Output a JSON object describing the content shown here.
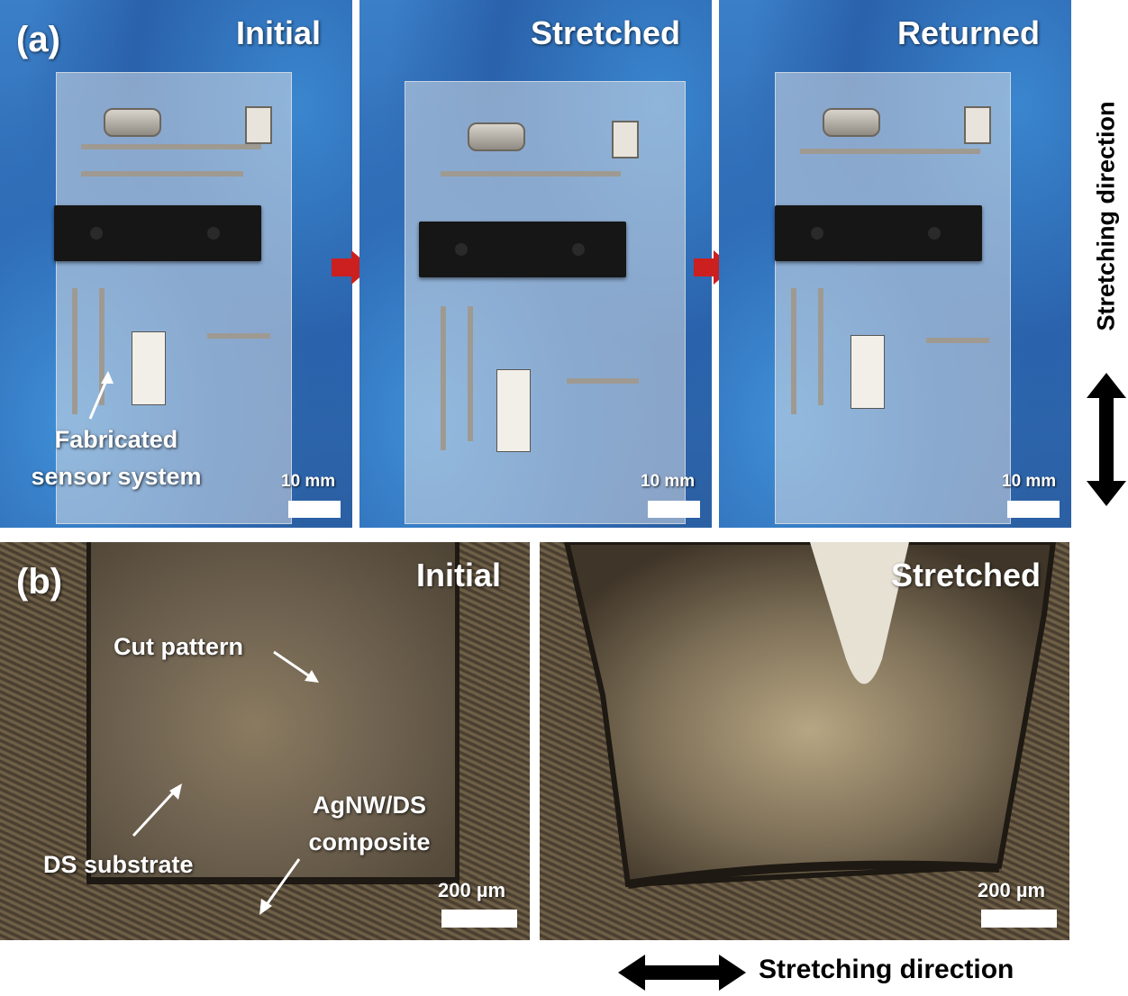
{
  "panel_a": {
    "label": "(a)",
    "frames": [
      {
        "title": "Initial",
        "scale": "10 mm"
      },
      {
        "title": "Stretched",
        "scale": "10 mm"
      },
      {
        "title": "Returned",
        "scale": "10 mm"
      }
    ],
    "annotation": "Fabricated sensor system",
    "direction_label": "Stretching direction"
  },
  "panel_b": {
    "label": "(b)",
    "frames": [
      {
        "title": "Initial",
        "scale": "200 µm"
      },
      {
        "title": "Stretched",
        "scale": "200 µm"
      }
    ],
    "annotations": {
      "cut_pattern": "Cut pattern",
      "agnw_ds_composite": "AgNW/DS composite",
      "ds_substrate": "DS substrate"
    },
    "direction_label": "Stretching direction"
  },
  "colors": {
    "glove_blue": "#2f6cb3",
    "arrow_red": "#cc1f1f",
    "microscope_brown": "#4a3f30"
  }
}
